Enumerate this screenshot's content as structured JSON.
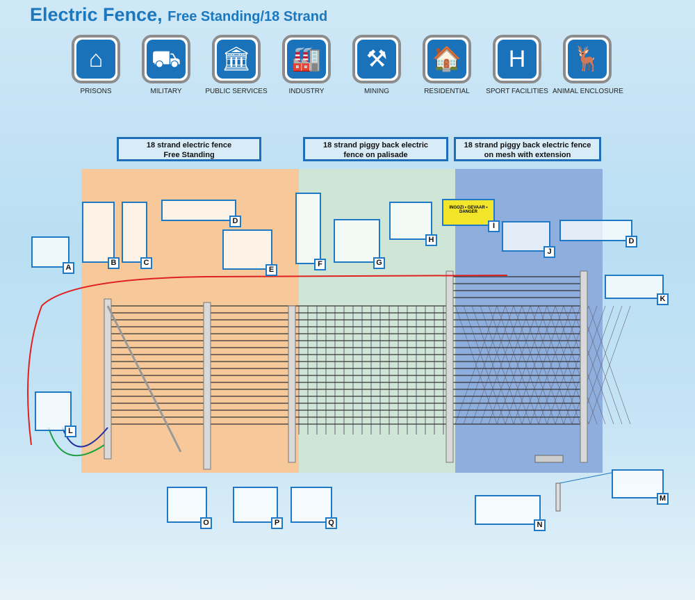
{
  "title": {
    "main": "Electric Fence,",
    "sub": "Free Standing/18 Strand"
  },
  "categories": [
    {
      "label": "PRISONS",
      "icon": "prison-house-icon",
      "glyph": "⌂"
    },
    {
      "label": "MILITARY",
      "icon": "tank-icon",
      "glyph": "⛟"
    },
    {
      "label": "PUBLIC SERVICES",
      "icon": "public-building-icon",
      "glyph": "🏛"
    },
    {
      "label": "INDUSTRY",
      "icon": "factory-icon",
      "glyph": "🏭"
    },
    {
      "label": "MINING",
      "icon": "pick-shovel-icon",
      "glyph": "⚒"
    },
    {
      "label": "RESIDENTIAL",
      "icon": "house-icon",
      "glyph": "🏠"
    },
    {
      "label": "SPORT FACILITIES",
      "icon": "goal-post-icon",
      "glyph": "H"
    },
    {
      "label": "ANIMAL ENCLOSURE",
      "icon": "deer-icon",
      "glyph": "🦌"
    }
  ],
  "sections": [
    {
      "line1": "18 strand electric fence",
      "line2": "Free Standing",
      "color": "#f7c99a"
    },
    {
      "line1": "18 strand piggy back electric",
      "line2": "fence on palisade",
      "color": "#cfe6d6"
    },
    {
      "line1": "18 strand piggy back electric fence",
      "line2": "on mesh with extension",
      "color": "#8eaedd"
    }
  ],
  "parts": [
    "A",
    "B",
    "C",
    "D",
    "E",
    "F",
    "G",
    "H",
    "I",
    "J",
    "D",
    "K",
    "L",
    "M",
    "N",
    "O",
    "P",
    "Q"
  ],
  "sign_text": "INGOZI • GEVAAR • DANGER",
  "colors": {
    "accent": "#1b78be",
    "live_wire": "#e02020"
  },
  "strand_count": 18
}
